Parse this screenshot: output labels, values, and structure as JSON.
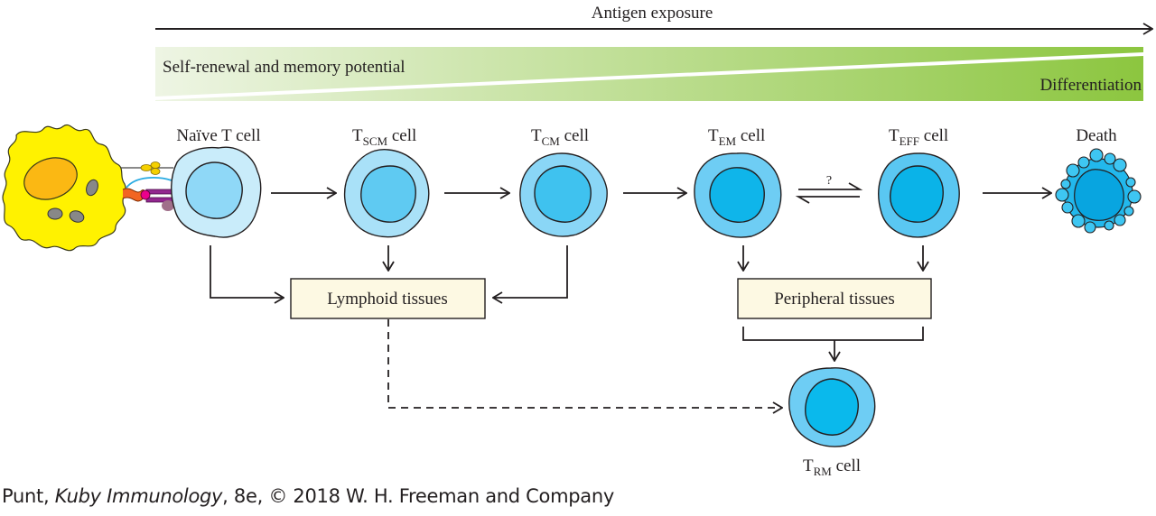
{
  "top_axis": {
    "label": "Antigen exposure"
  },
  "gradient_band": {
    "left_label": "Self-renewal and memory potential",
    "right_label": "Differentiation",
    "colors": {
      "light": "#eef5e4",
      "dark": "#8cc63f"
    }
  },
  "cells": [
    {
      "id": "naive",
      "main": "Naïve T cell",
      "sub": "",
      "suffix": "",
      "outer": "#c9ecfa",
      "inner": "#8fd8f7"
    },
    {
      "id": "tscm",
      "main": "T",
      "sub": "SCM",
      "suffix": " cell",
      "outer": "#a9e1f8",
      "inner": "#5fcaf2"
    },
    {
      "id": "tcm",
      "main": "T",
      "sub": "CM",
      "suffix": " cell",
      "outer": "#8ad6f6",
      "inner": "#3fc2ef"
    },
    {
      "id": "tem",
      "main": "T",
      "sub": "EM",
      "suffix": " cell",
      "outer": "#6ecdf4",
      "inner": "#0fb5ea"
    },
    {
      "id": "teff",
      "main": "T",
      "sub": "EFF",
      "suffix": " cell",
      "outer": "#5ac7f2",
      "inner": "#0ab3e8"
    },
    {
      "id": "death",
      "main": "Death",
      "sub": "",
      "suffix": "",
      "outer": "#22b8ec",
      "inner": "#08a5e0"
    },
    {
      "id": "trm",
      "main": "T",
      "sub": "RM",
      "suffix": " cell",
      "outer": "#6ecdf4",
      "inner": "#0ab9ec"
    }
  ],
  "apc": {
    "body_color": "#fff200",
    "nucleus_color": "#fbb813"
  },
  "equilibrium_label": "?",
  "boxes": {
    "lymphoid": "Lymphoid tissues",
    "peripheral": "Peripheral tissues",
    "fill": "#fdf9e3"
  },
  "caption": {
    "author": "Punt, ",
    "title": "Kuby Immunology",
    "rest": ", 8e, © 2018 W. H. Freeman and Company"
  }
}
